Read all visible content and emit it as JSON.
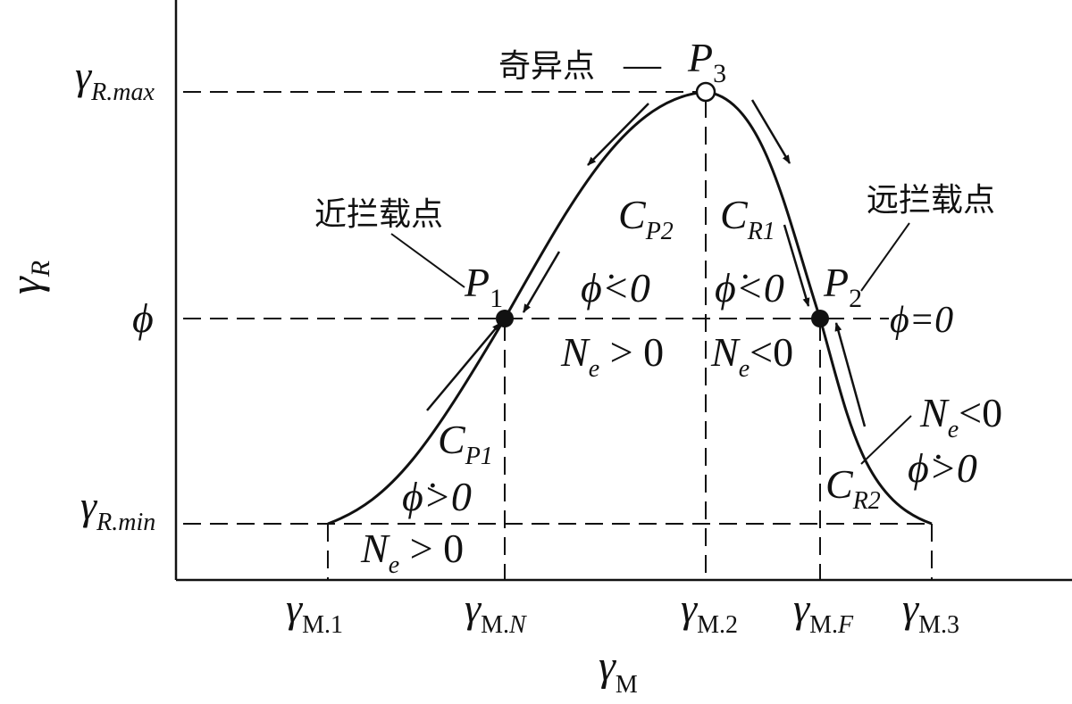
{
  "axes": {
    "y_symbol": "γ",
    "y_sub": "R",
    "x_symbol": "γ",
    "x_sub": "M"
  },
  "y_ticks": [
    {
      "symbol": "γ",
      "sub": "R.max"
    },
    {
      "symbol": "ϕ",
      "sub": ""
    },
    {
      "symbol": "γ",
      "sub": "R.min"
    }
  ],
  "x_ticks": [
    {
      "symbol": "γ",
      "sub": "M.1"
    },
    {
      "symbol": "γ",
      "sub": "M.",
      "sub_it": "N"
    },
    {
      "symbol": "γ",
      "sub": "M.2"
    },
    {
      "symbol": "γ",
      "sub": "M.",
      "sub_it": "F"
    },
    {
      "symbol": "γ",
      "sub": "M.3"
    }
  ],
  "points": {
    "p3": {
      "name": "P",
      "sub": "3",
      "cn": "奇异点",
      "dash": "—"
    },
    "p1": {
      "name": "P",
      "sub": "1",
      "cn": "近拦载点"
    },
    "p2": {
      "name": "P",
      "sub": "2",
      "cn": "远拦载点"
    }
  },
  "regions": {
    "cp2": {
      "name": "C",
      "sub": "P2"
    },
    "cr1": {
      "name": "C",
      "sub": "R1"
    },
    "cp1": {
      "name": "C",
      "sub": "P1"
    },
    "cr2": {
      "name": "C",
      "sub": "R2"
    },
    "phidot_lt": "ϕ̇<0",
    "phidot_gt": "ϕ̇>0",
    "phi_eq": "ϕ=0",
    "ne_gt_1": {
      "name": "N",
      "sub": "e",
      "rel": " > 0"
    },
    "ne_lt_1": {
      "name": "N",
      "sub": "e",
      "rel": "<0"
    },
    "ne_lt_2": {
      "name": "N",
      "sub": "e",
      "rel": "<0"
    },
    "ne_gt_2": {
      "name": "N",
      "sub": "e",
      "rel": " > 0"
    }
  }
}
